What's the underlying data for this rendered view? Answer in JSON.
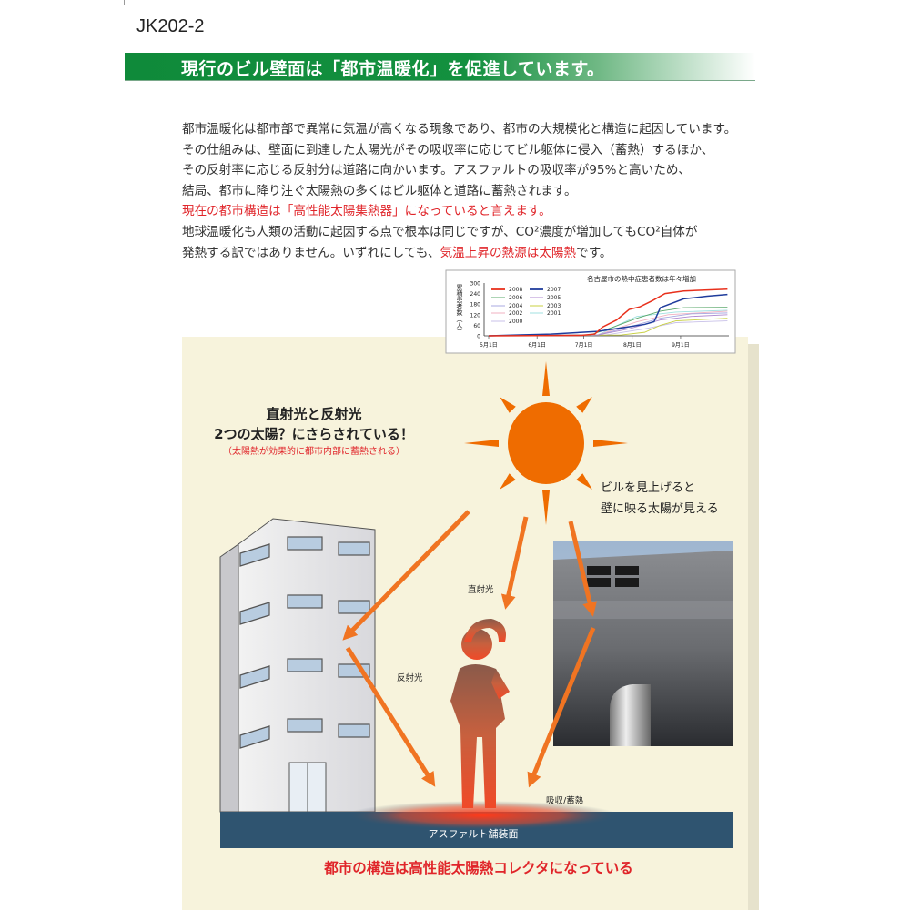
{
  "header": {
    "doc_code": "JK202-2",
    "title": "現行のビル壁面は「都市温暖化」を促進しています。"
  },
  "body": {
    "lines": [
      "都市温暖化は都市部で異常に気温が高くなる現象であり、都市の大規模化と構造に起因しています。",
      "その仕組みは、壁面に到達した太陽光がその吸収率に応じてビル躯体に侵入（蓄熱）するほか、",
      "その反射率に応じる反射分は道路に向かいます。アスファルトの吸収率が95%と高いため、",
      "結局、都市に降り注ぐ太陽熱の多くはビル躯体と道路に蓄熱されます。"
    ],
    "highlight_line": "現在の都市構造は「高性能太陽集熱器」になっていると言えます。",
    "line6": "地球温暖化も人類の活動に起因する点で根本は同じですが、CO²濃度が増加してもCO²自体が",
    "line7_prefix": "発熱する訳ではありません。いずれにしても、",
    "line7_red": "気温上昇の熱源は太陽熱",
    "line7_suffix": "です。"
  },
  "illustration": {
    "headline_1": "直射光と反射光",
    "headline_2": "2つの太陽？にさらされている！",
    "headline_note": "（太陽熱が効果的に都市内部に蓄熱される）",
    "photo_caption_1": "ビルを見上げると",
    "photo_caption_2": "壁に映る太陽が見える",
    "label_direct": "直射光",
    "label_reflected": "反射光",
    "label_absorb": "吸収/蓄熱",
    "label_road": "アスファルト舗装面",
    "bottom_caption": "都市の構造は高性能太陽熱コレクタになっている",
    "colors": {
      "sun": "#ef6c00",
      "arrow": "#f07422",
      "road": "#2f5470",
      "panel": "#f7f3dc",
      "accent_red": "#e0252a"
    }
  },
  "chart_data": {
    "type": "line",
    "title": "名古屋市の熱中症患者数は年々増加",
    "ylabel": "累積患者数（人）",
    "xlabel": "",
    "ylim": [
      0,
      300
    ],
    "yticks": [
      0,
      60,
      120,
      180,
      240,
      300
    ],
    "xlim_days_from_may1": [
      0,
      153
    ],
    "xticks": [
      {
        "label": "5月1日",
        "day": 0
      },
      {
        "label": "6月1日",
        "day": 31
      },
      {
        "label": "7月1日",
        "day": 61
      },
      {
        "label": "8月1日",
        "day": 92
      },
      {
        "label": "9月1日",
        "day": 123
      }
    ],
    "legend_position": "top-left",
    "series": [
      {
        "name": "2008",
        "color": "#e8301c",
        "points": [
          [
            0,
            0
          ],
          [
            60,
            3
          ],
          [
            68,
            10
          ],
          [
            73,
            50
          ],
          [
            82,
            90
          ],
          [
            90,
            150
          ],
          [
            97,
            165
          ],
          [
            105,
            200
          ],
          [
            113,
            240
          ],
          [
            125,
            255
          ],
          [
            153,
            265
          ]
        ]
      },
      {
        "name": "2007",
        "color": "#1f3c9c",
        "points": [
          [
            0,
            0
          ],
          [
            20,
            5
          ],
          [
            40,
            10
          ],
          [
            60,
            20
          ],
          [
            70,
            25
          ],
          [
            85,
            45
          ],
          [
            100,
            65
          ],
          [
            106,
            80
          ],
          [
            110,
            160
          ],
          [
            125,
            210
          ],
          [
            140,
            225
          ],
          [
            153,
            235
          ]
        ]
      },
      {
        "name": "2006",
        "color": "#5aa86a",
        "points": [
          [
            0,
            0
          ],
          [
            65,
            5
          ],
          [
            80,
            50
          ],
          [
            95,
            100
          ],
          [
            110,
            140
          ],
          [
            125,
            160
          ],
          [
            153,
            162
          ]
        ]
      },
      {
        "name": "2005",
        "color": "#b08ad0",
        "points": [
          [
            0,
            0
          ],
          [
            70,
            5
          ],
          [
            90,
            40
          ],
          [
            110,
            90
          ],
          [
            130,
            110
          ],
          [
            153,
            120
          ]
        ]
      },
      {
        "name": "2004",
        "color": "#a8a8e0",
        "points": [
          [
            0,
            0
          ],
          [
            70,
            5
          ],
          [
            90,
            50
          ],
          [
            110,
            100
          ],
          [
            130,
            125
          ],
          [
            153,
            130
          ]
        ]
      },
      {
        "name": "2003",
        "color": "#c8d040",
        "points": [
          [
            0,
            0
          ],
          [
            85,
            5
          ],
          [
            100,
            20
          ],
          [
            110,
            60
          ],
          [
            120,
            85
          ],
          [
            153,
            100
          ]
        ]
      },
      {
        "name": "2002",
        "color": "#f0b0c0",
        "points": [
          [
            0,
            0
          ],
          [
            70,
            5
          ],
          [
            95,
            80
          ],
          [
            115,
            120
          ],
          [
            153,
            140
          ]
        ]
      },
      {
        "name": "2001",
        "color": "#a0e0e0",
        "points": [
          [
            0,
            0
          ],
          [
            70,
            5
          ],
          [
            85,
            70
          ],
          [
            95,
            110
          ],
          [
            120,
            135
          ],
          [
            153,
            145
          ]
        ]
      },
      {
        "name": "2000",
        "color": "#c8c0e8",
        "points": [
          [
            0,
            0
          ],
          [
            75,
            5
          ],
          [
            100,
            40
          ],
          [
            120,
            75
          ],
          [
            153,
            85
          ]
        ]
      }
    ]
  }
}
